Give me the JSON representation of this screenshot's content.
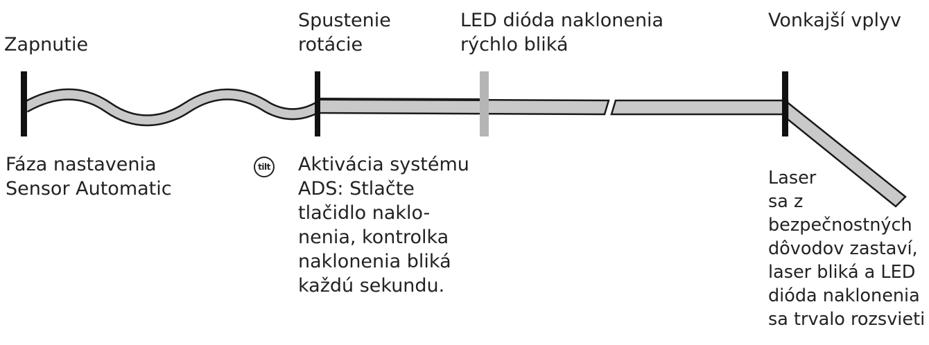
{
  "diagram": {
    "labels": {
      "power_on": "Zapnutie",
      "rotation_start": [
        "Spustenie",
        "rotácie"
      ],
      "tilt_blink": [
        "LED dióda naklonenia",
        "rýchlo bliká"
      ],
      "external_influence": "Vonkajší vplyv",
      "setup_phase": [
        "Fáza nastavenia",
        "Sensor Automatic"
      ],
      "ads_activation": [
        "Aktivácia systému",
        "ADS: Stlačte",
        "tlačidlo naklo-",
        "nenia, kontrolka",
        "naklonenia bliká",
        "každú sekundu."
      ],
      "laser_stop": [
        "Laser",
        "sa z",
        "bezpečnostných",
        "dôvodov zastaví,",
        "laser bliká a LED",
        "dióda naklonenia",
        "sa trvalo rozsvieti"
      ]
    },
    "tilt_icon": {
      "name": "tilt-button-icon",
      "text": "tilt"
    },
    "colors": {
      "band_fill": "#c9c9c9",
      "band_stroke": "#1a1a1a",
      "marker": "#111111",
      "marker_light": "#b5b5b5"
    }
  }
}
